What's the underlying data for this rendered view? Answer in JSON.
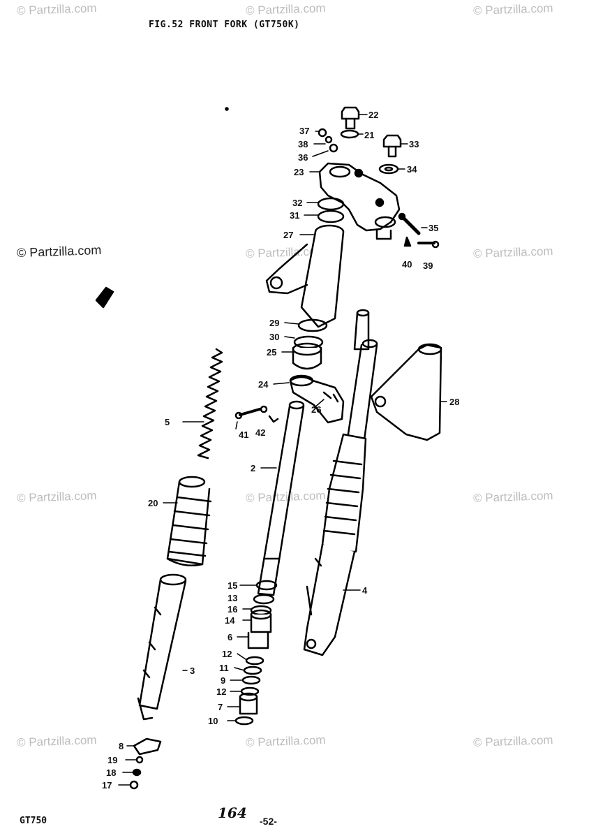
{
  "title": "FIG.52  FRONT FORK (GT750K)",
  "watermark": "© Partzilla.com",
  "model": "GT750",
  "page_number": "164",
  "fig_code": "-52-",
  "callouts": {
    "c2": "2",
    "c3": "3",
    "c4": "4",
    "c5": "5",
    "c6": "6",
    "c7": "7",
    "c8": "8",
    "c9": "9",
    "c10": "10",
    "c11": "11",
    "c12a": "12",
    "c12b": "12",
    "c13": "13",
    "c14": "14",
    "c15": "15",
    "c16": "16",
    "c17": "17",
    "c18": "18",
    "c19": "19",
    "c20": "20",
    "c21": "21",
    "c22": "22",
    "c23": "23",
    "c24": "24",
    "c25": "25",
    "c26": "26",
    "c27": "27",
    "c28": "28",
    "c29": "29",
    "c30": "30",
    "c31": "31",
    "c32": "32",
    "c33": "33",
    "c34": "34",
    "c35": "35",
    "c36": "36",
    "c37": "37",
    "c38": "38",
    "c39": "39",
    "c40": "40",
    "c41": "41",
    "c42": "42"
  }
}
